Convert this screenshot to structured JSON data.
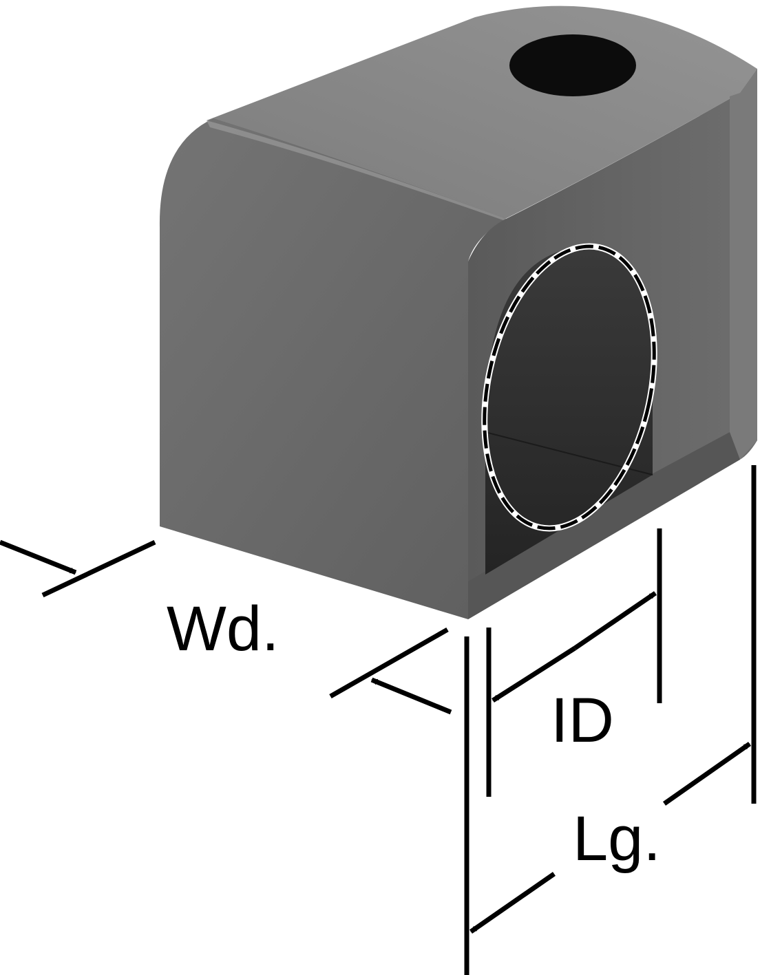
{
  "labels": {
    "width": "Wd.",
    "inner_diameter": "ID",
    "length": "Lg."
  },
  "colors": {
    "body_side": "#6a6a6a",
    "body_top": "#8a8a8a",
    "body_end": "#5e5e5e",
    "bore": "#2e2e2e",
    "hole": "#0c0c0c",
    "lines": "#000000"
  }
}
